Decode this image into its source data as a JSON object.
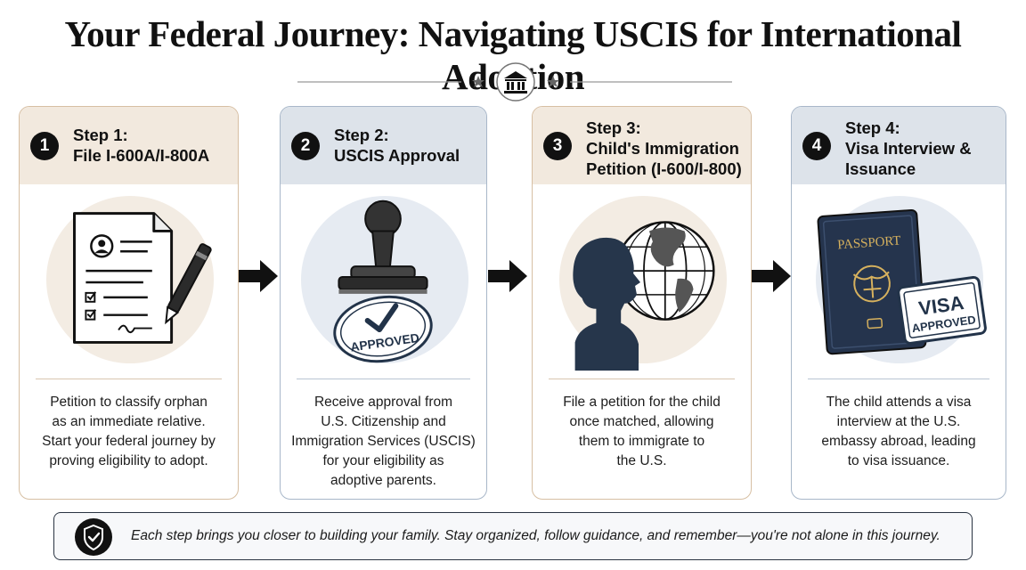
{
  "title": "Your Federal Journey: Navigating USCIS for International Adoption",
  "steps": [
    {
      "number": "1",
      "heading": [
        "Step 1:",
        "File I-600A/I-800A"
      ],
      "description": [
        "Petition to classify orphan",
        "as an immediate relative.",
        "Start your federal journey by",
        "proving eligibility to adopt."
      ]
    },
    {
      "number": "2",
      "heading": [
        "Step 2:",
        "USCIS Approval"
      ],
      "stamp_text": "APPROVED",
      "description": [
        "Receive approval from",
        "U.S. Citizenship and",
        "Immigration Services (USCIS)",
        "for your eligibility as",
        "adoptive parents."
      ]
    },
    {
      "number": "3",
      "heading": [
        "Step 3:",
        "Child's Immigration",
        "Petition (I-600/I-800)"
      ],
      "description": [
        "File a petition for the child",
        "once matched, allowing",
        "them to immigrate to",
        "the U.S."
      ]
    },
    {
      "number": "4",
      "heading": [
        "Step 4:",
        "Visa Interview &",
        "Issuance"
      ],
      "passport_text": "PASSPORT",
      "visa_stamp": [
        "VISA",
        "APPROVED"
      ],
      "description": [
        "The child attends a visa",
        "interview at the U.S.",
        "embassy abroad, leading",
        "to visa issuance."
      ]
    }
  ],
  "footer": {
    "text": "Each step brings you closer to building your family. Stay organized, follow guidance, and remember—you're not alone in this journey."
  },
  "colors": {
    "warm_header": "#f2e9de",
    "cool_header": "#dde3ea",
    "navy": "#2a3a55",
    "ink": "#111111"
  },
  "icons": [
    "building-icon",
    "star-icon",
    "document-icon",
    "pen-icon",
    "stamp-icon",
    "globe-icon",
    "child-silhouette-icon",
    "passport-icon",
    "shield-check-icon",
    "arrow-right-icon"
  ]
}
